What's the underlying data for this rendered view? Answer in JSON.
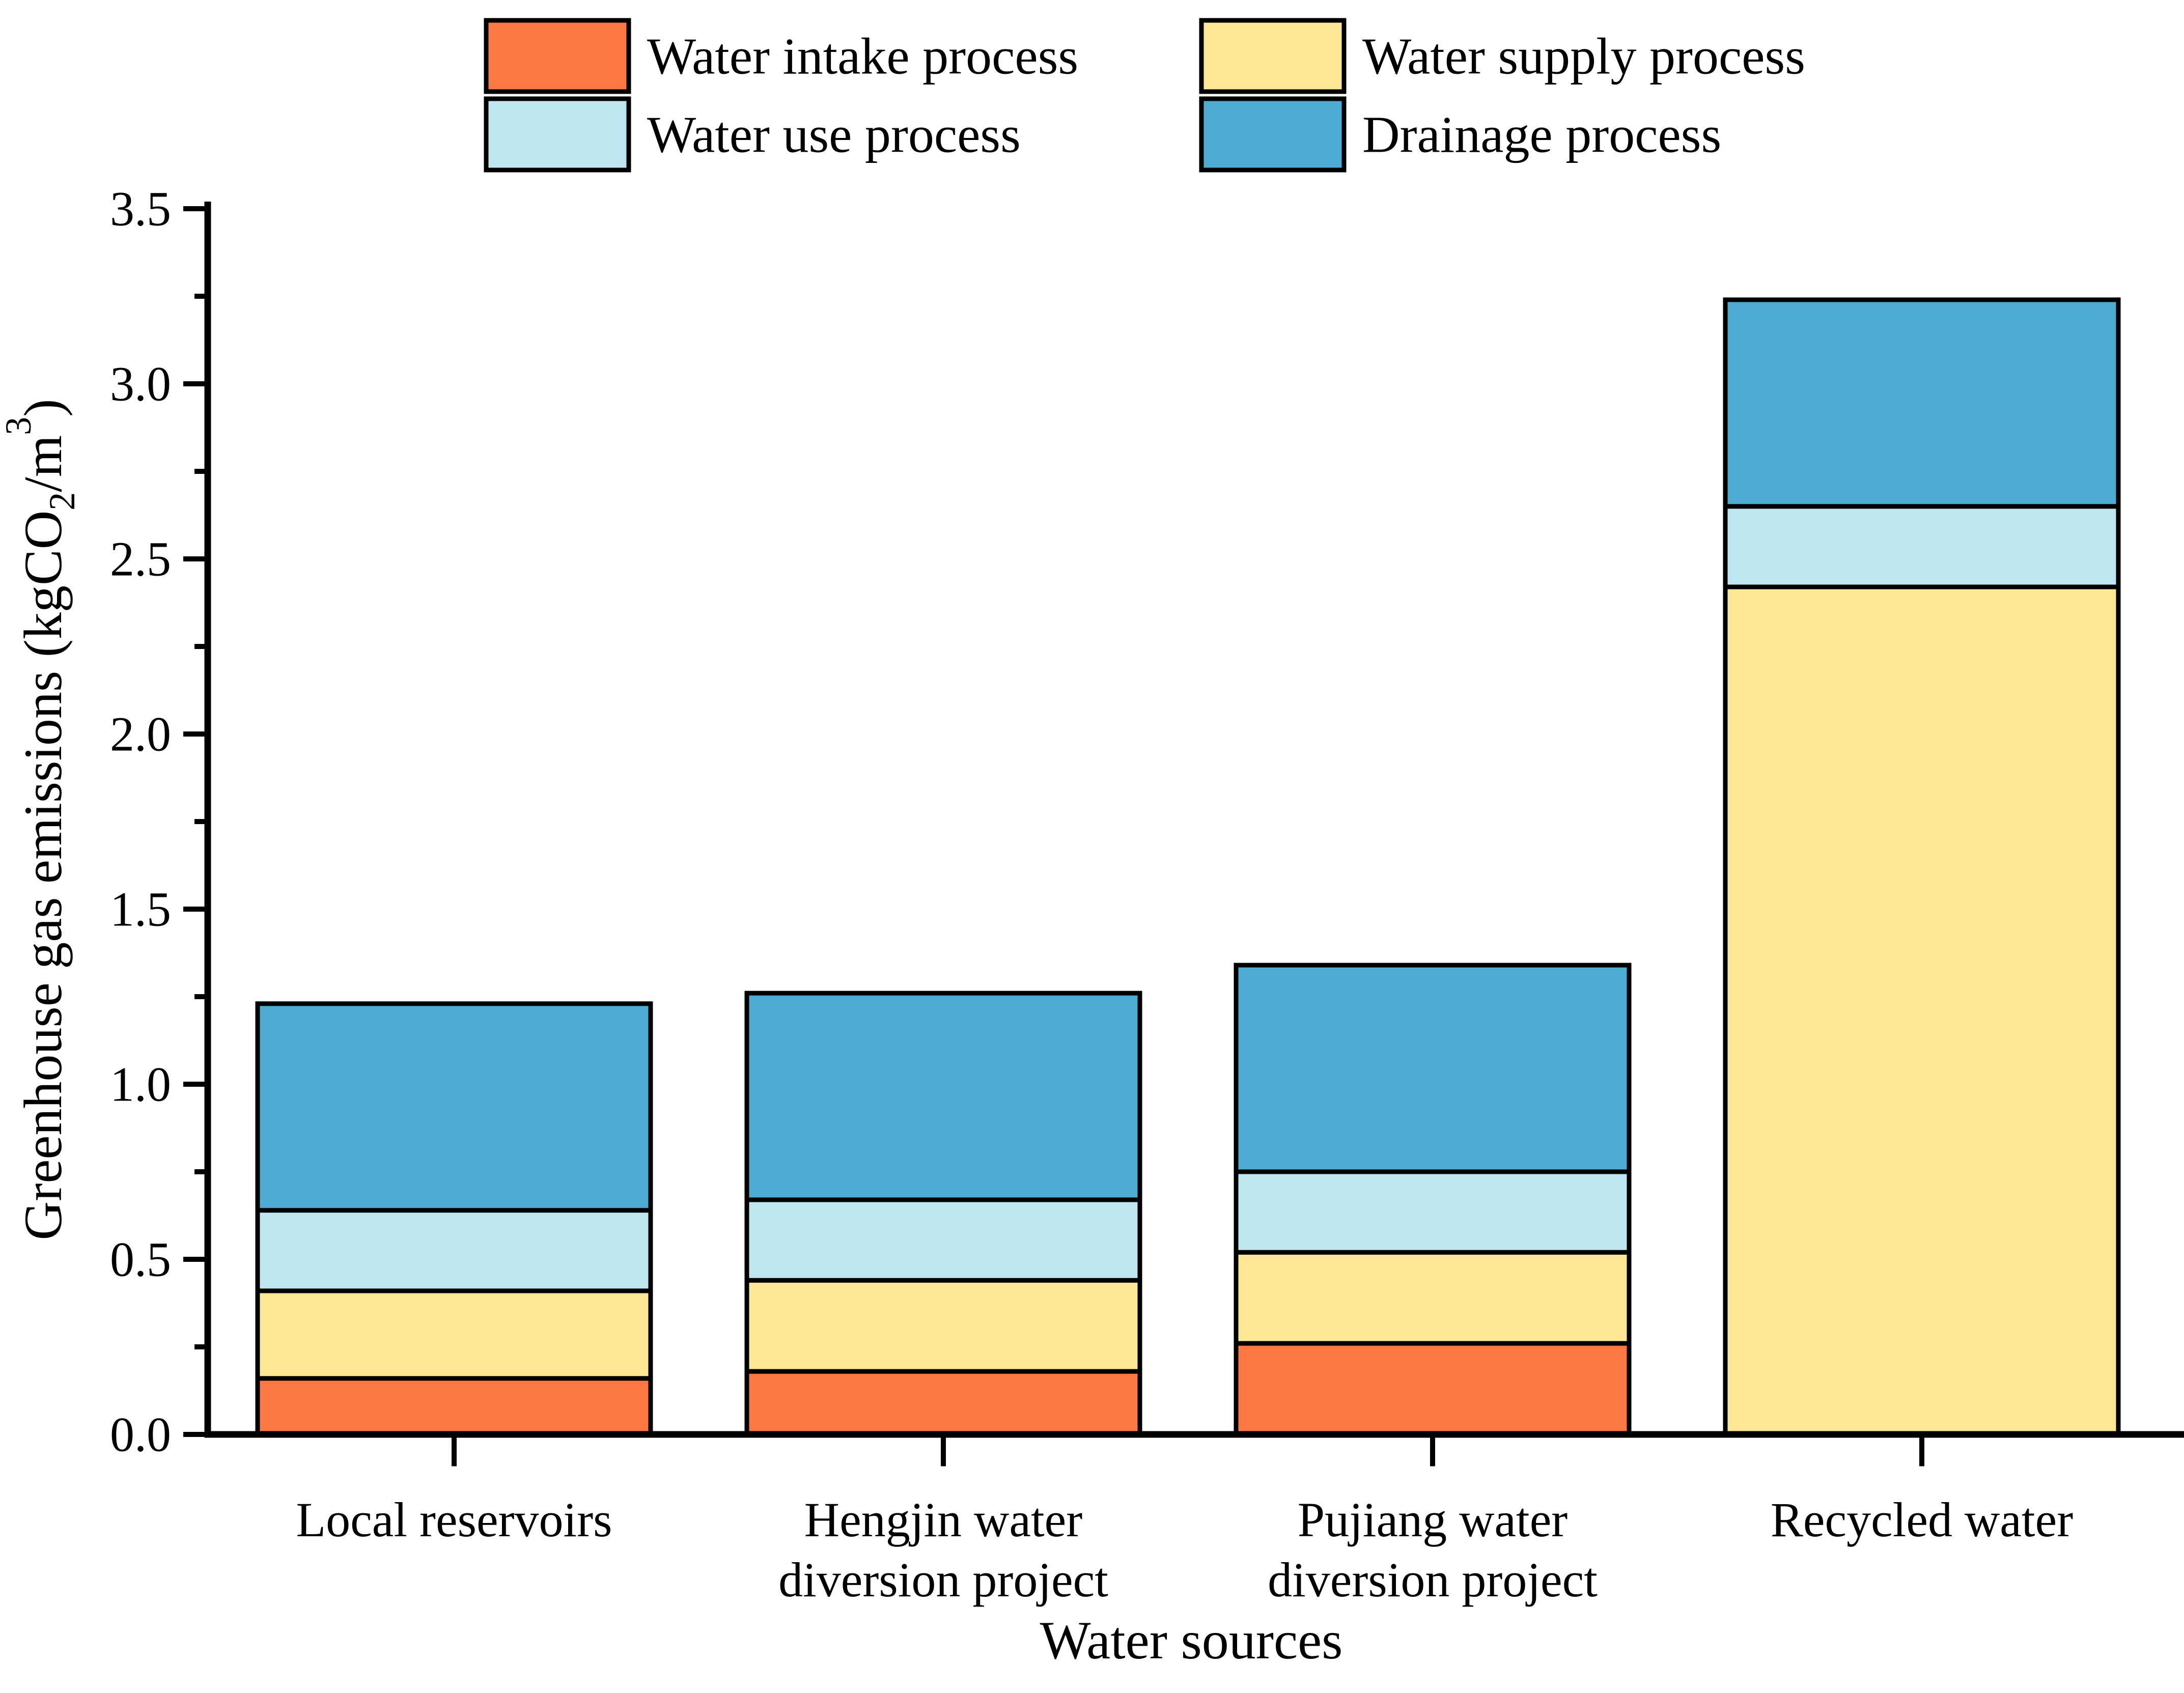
{
  "chart_data": {
    "type": "bar",
    "stacked": true,
    "categories": [
      "Local reservoirs",
      "Hengjin water\ndiversion project",
      "Pujiang water\ndiversion project",
      "Recycled water"
    ],
    "series": [
      {
        "name": "Water intake process",
        "color": "#FB7845",
        "values": [
          0.16,
          0.18,
          0.26,
          0.0
        ]
      },
      {
        "name": "Water supply process",
        "color": "#FDE795",
        "values": [
          0.25,
          0.26,
          0.26,
          2.42
        ]
      },
      {
        "name": "Water use  process",
        "color": "#BEE6F1",
        "values": [
          0.23,
          0.23,
          0.23,
          0.23
        ]
      },
      {
        "name": "Drainage process",
        "color": "#4DABD2",
        "values": [
          0.59,
          0.59,
          0.59,
          0.59
        ]
      }
    ],
    "totals": [
      1.23,
      1.26,
      1.34,
      3.24
    ],
    "xlabel": "Water sources",
    "ylabel": "Greenhouse gas emissions (kgCO2/m3)",
    "ylabel_parts": [
      {
        "t": "Greenhouse gas emissions (kgCO",
        "style": "normal"
      },
      {
        "t": "2",
        "style": "sub"
      },
      {
        "t": "/m",
        "style": "normal"
      },
      {
        "t": "3",
        "style": "sup"
      },
      {
        "t": ")",
        "style": "normal"
      }
    ],
    "ylim": [
      0,
      3.5
    ],
    "yticks": [
      "0.0",
      "0.5",
      "1.0",
      "1.5",
      "2.0",
      "2.5",
      "3.0",
      "3.5"
    ],
    "ytick_values": [
      0.0,
      0.5,
      1.0,
      1.5,
      2.0,
      2.5,
      3.0,
      3.5
    ],
    "minor_tick_step": 0.25,
    "grid": false,
    "legend_position": "top",
    "legend_columns": 2,
    "axis_color": "#000000",
    "bar_outline_color": "#000000",
    "background_color": "#ffffff"
  }
}
